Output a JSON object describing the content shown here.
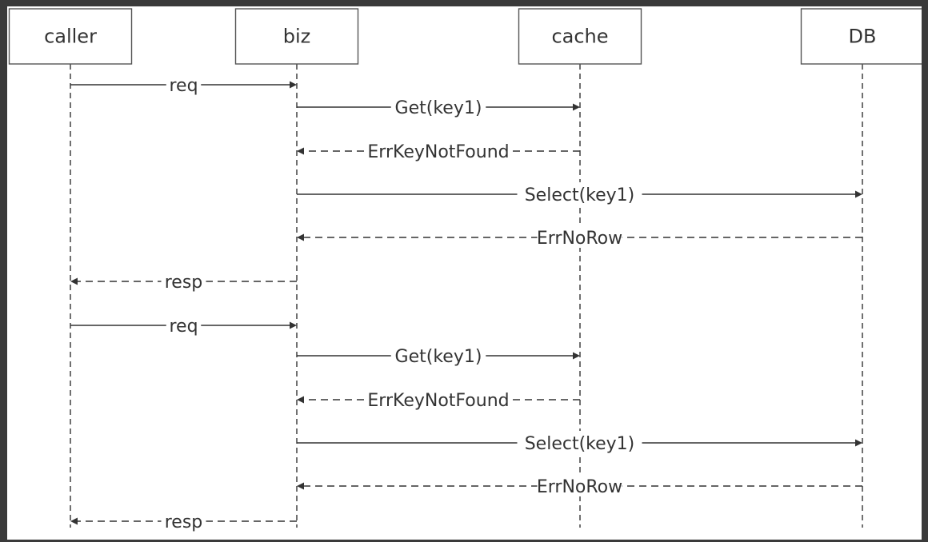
{
  "participants": [
    {
      "id": "caller",
      "label": "caller"
    },
    {
      "id": "biz",
      "label": "biz"
    },
    {
      "id": "cache",
      "label": "cache"
    },
    {
      "id": "db",
      "label": "DB"
    }
  ],
  "messages": [
    {
      "from": "caller",
      "to": "biz",
      "label": "req",
      "style": "solid"
    },
    {
      "from": "biz",
      "to": "cache",
      "label": "Get(key1)",
      "style": "solid"
    },
    {
      "from": "cache",
      "to": "biz",
      "label": "ErrKeyNotFound",
      "style": "dashed"
    },
    {
      "from": "biz",
      "to": "db",
      "label": "Select(key1)",
      "style": "solid"
    },
    {
      "from": "db",
      "to": "biz",
      "label": "ErrNoRow",
      "style": "dashed"
    },
    {
      "from": "biz",
      "to": "caller",
      "label": "resp",
      "style": "dashed"
    },
    {
      "from": "caller",
      "to": "biz",
      "label": "req",
      "style": "solid"
    },
    {
      "from": "biz",
      "to": "cache",
      "label": "Get(key1)",
      "style": "solid"
    },
    {
      "from": "cache",
      "to": "biz",
      "label": "ErrKeyNotFound",
      "style": "dashed"
    },
    {
      "from": "biz",
      "to": "db",
      "label": "Select(key1)",
      "style": "solid"
    },
    {
      "from": "db",
      "to": "biz",
      "label": "ErrNoRow",
      "style": "dashed"
    },
    {
      "from": "biz",
      "to": "caller",
      "label": "resp",
      "style": "dashed"
    }
  ]
}
